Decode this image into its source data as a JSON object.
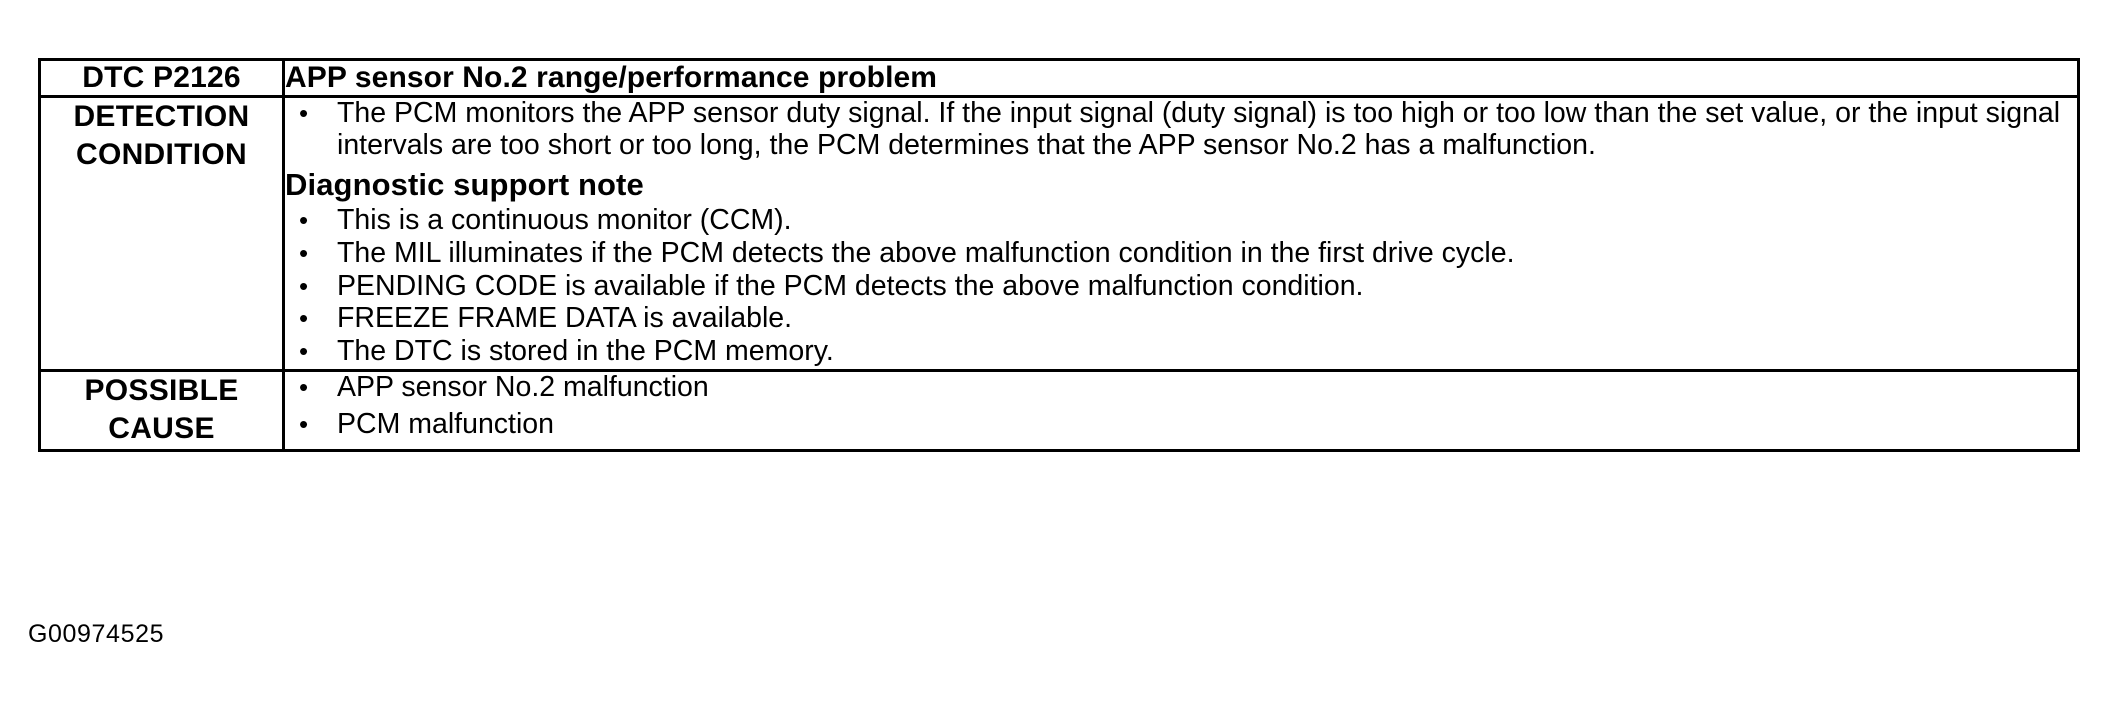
{
  "document": {
    "figure_id": "G00974525"
  },
  "table": {
    "header": {
      "code_label": "DTC P2126",
      "title": "APP sensor No.2 range/performance problem"
    },
    "rows": [
      {
        "label_lines": [
          "DETECTION",
          "CONDITION"
        ],
        "bullets_primary": [
          "The PCM monitors the APP sensor duty signal. If the input signal (duty signal) is too high or too low than the set value, or the input signal intervals are too short or too long, the PCM determines that the APP sensor No.2 has a malfunction."
        ],
        "subheading": "Diagnostic support note",
        "bullets_secondary": [
          "This is a continuous monitor (CCM).",
          "The MIL illuminates if the PCM detects the above malfunction condition in the first drive cycle.",
          "PENDING CODE is available if the PCM detects the above malfunction condition.",
          "FREEZE FRAME DATA is available.",
          "The DTC is stored in the PCM memory."
        ]
      },
      {
        "label_lines": [
          "POSSIBLE",
          "CAUSE"
        ],
        "bullets_primary": [
          "APP sensor No.2 malfunction",
          "PCM malfunction"
        ]
      }
    ],
    "bullet_glyph": "•"
  },
  "colors": {
    "ink": "#000000",
    "paper": "#ffffff"
  }
}
